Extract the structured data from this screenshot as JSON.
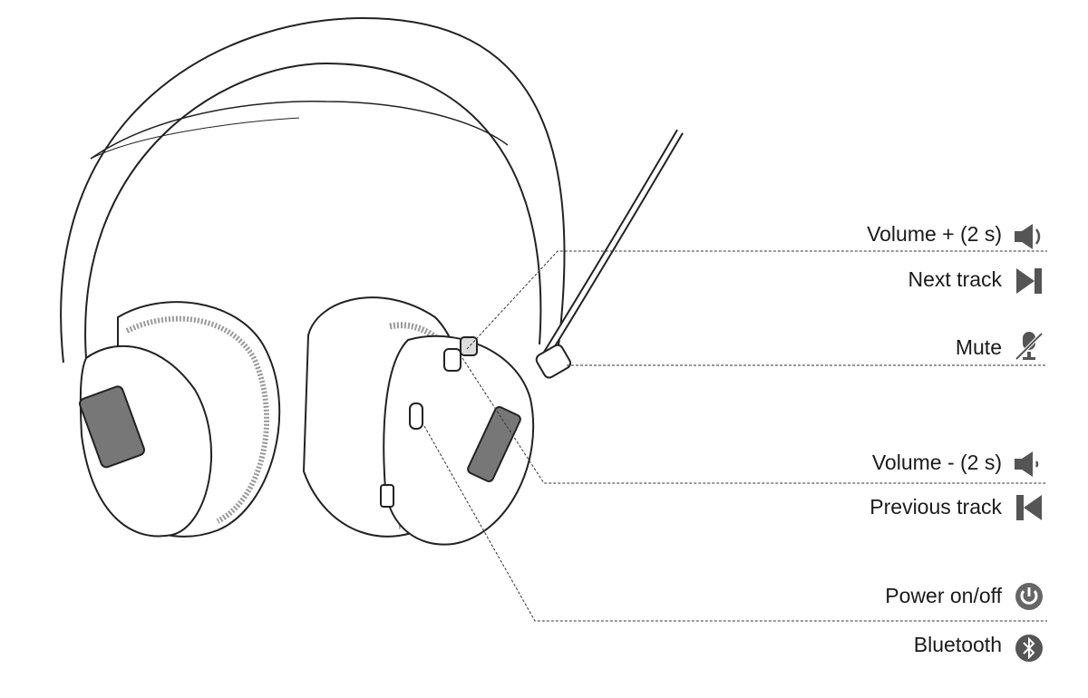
{
  "labels": {
    "volume_up": "Volume + (2 s)",
    "next_track": "Next track",
    "mute": "Mute",
    "volume_down": "Volume - (2 s)",
    "previous_track": "Previous track",
    "power": "Power on/off",
    "bluetooth": "Bluetooth"
  },
  "colors": {
    "icon": "#555555",
    "line": "#222222"
  }
}
